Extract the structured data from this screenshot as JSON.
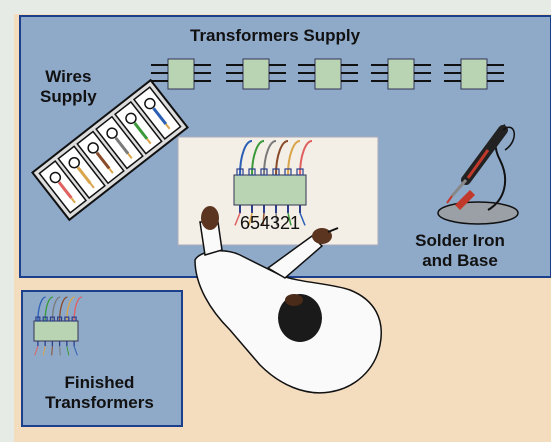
{
  "labels": {
    "transformers_supply": "Transformers Supply",
    "wires_supply_line1": "Wires",
    "wires_supply_line2": "Supply",
    "solder_line1": "Solder Iron",
    "solder_line2": "and Base",
    "finished_line1": "Finished",
    "finished_line2": "Transformers",
    "pin_numbers": "654321"
  },
  "colors": {
    "background": "#f4dcbf",
    "frame": "#e6ebe6",
    "table": "#8fa9c9",
    "table_border": "#1c3f8c",
    "work_board": "#f3eee6",
    "transformer": "#b9d4b3",
    "wire_colors": [
      "#2b5fb5",
      "#3a9a3a",
      "#7a7a7a",
      "#8a4b2b",
      "#d9a44a",
      "#e06060"
    ]
  },
  "icons": {
    "wire_tray": "wire-tray-icon",
    "transformer": "transformer-icon",
    "solder_iron": "solder-iron-icon",
    "worker": "worker-icon"
  }
}
